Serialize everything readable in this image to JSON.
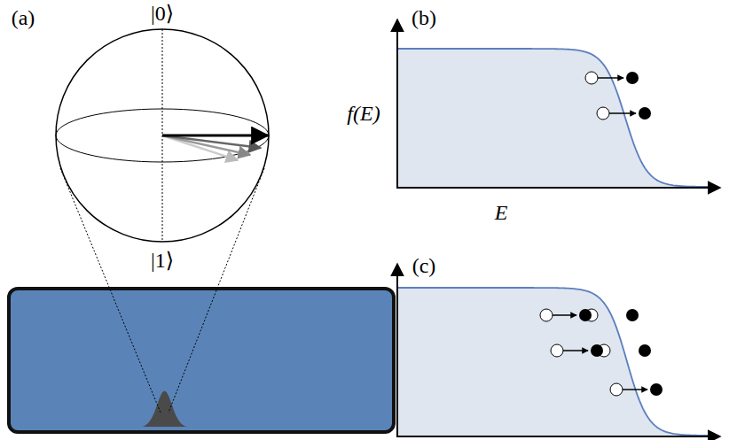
{
  "diagram": {
    "labels": [
      "(a)",
      "|0⟩",
      "|1⟩",
      "(b)",
      "f(E)",
      "E",
      "(c)"
    ]
  }
}
